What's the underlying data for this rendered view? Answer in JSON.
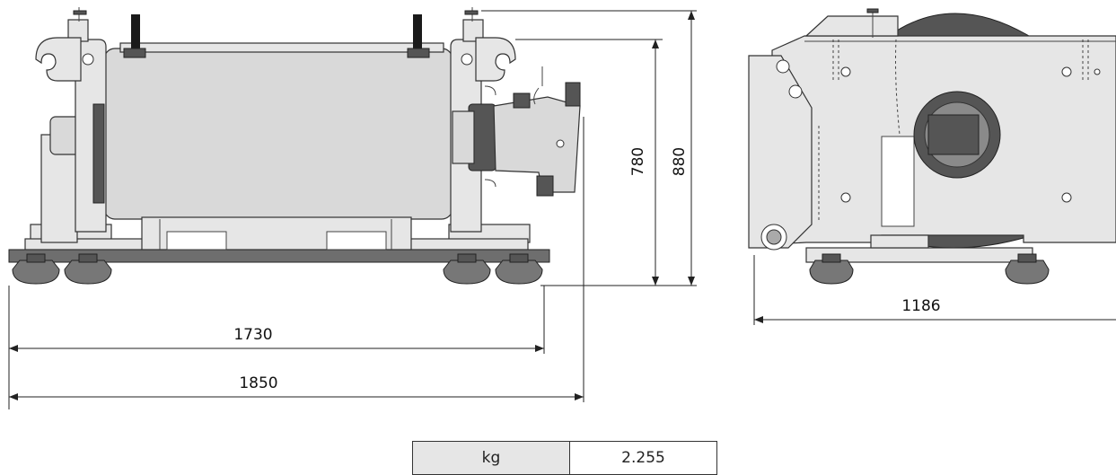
{
  "dimensions": {
    "side_height_inner": "780",
    "side_height_total": "880",
    "side_length_inner": "1730",
    "side_length_total": "1850",
    "end_width": "1186"
  },
  "weight_table": {
    "unit": "kg",
    "value": "2.255"
  }
}
